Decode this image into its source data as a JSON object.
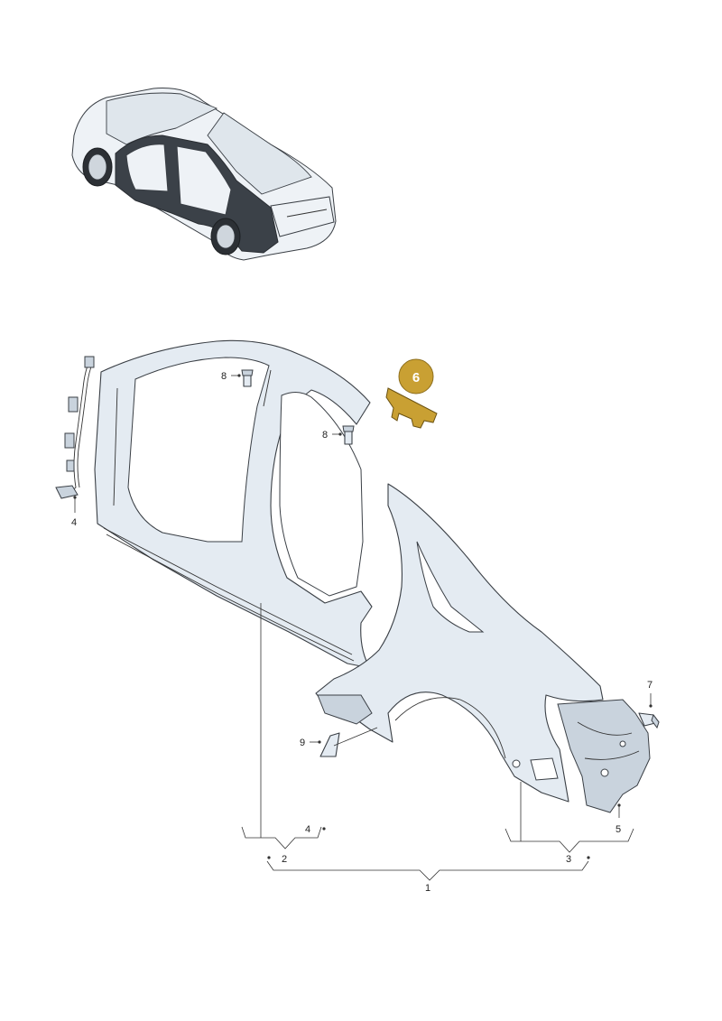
{
  "highlight_color": "#c9a033",
  "callouts": {
    "n1": "1",
    "n2": "2",
    "n3": "3",
    "n4_group": "4",
    "n4_harness": "4",
    "n5": "5",
    "n6": "6",
    "n7": "7",
    "n8_upper": "8",
    "n8_lower": "8",
    "n9": "9"
  },
  "icons": {
    "overview_car": "sedan-overview-icon",
    "highlighted_part": "bracket-part-icon"
  }
}
